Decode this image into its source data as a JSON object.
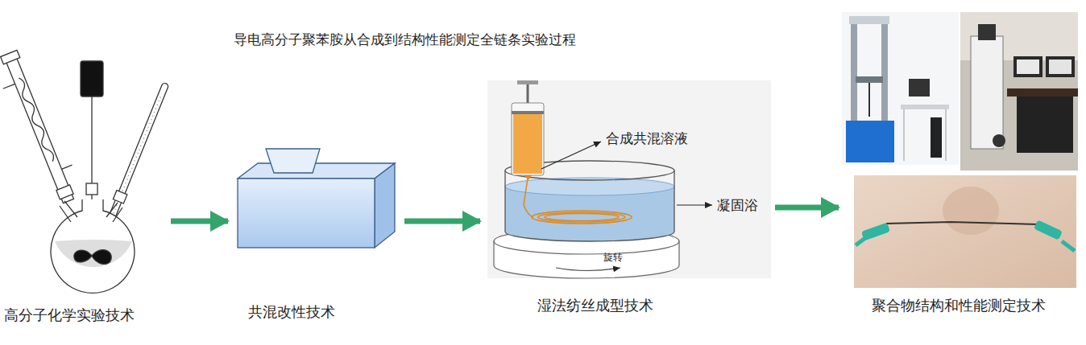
{
  "diagram": {
    "title": "导电高分子聚苯胺从合成到结构性能测定全链条实验过程",
    "nodes": [
      {
        "text": [
          "高分子化学实验技术"
        ]
      },
      {
        "text": [
          "共混改性技术"
        ]
      },
      {
        "text": [
          "湿法纺丝成型技术"
        ]
      },
      {
        "text": [
          "聚合物结构和性能测定技术"
        ]
      }
    ],
    "edges": [
      {
        "from": 0,
        "to": 1,
        "arrow": "to"
      },
      {
        "from": 1,
        "to": 2,
        "arrow": "to"
      },
      {
        "from": 2,
        "to": 3,
        "arrow": "to"
      }
    ],
    "labels": [
      "合成共混溶液",
      "凝固浴",
      "旋转"
    ]
  }
}
